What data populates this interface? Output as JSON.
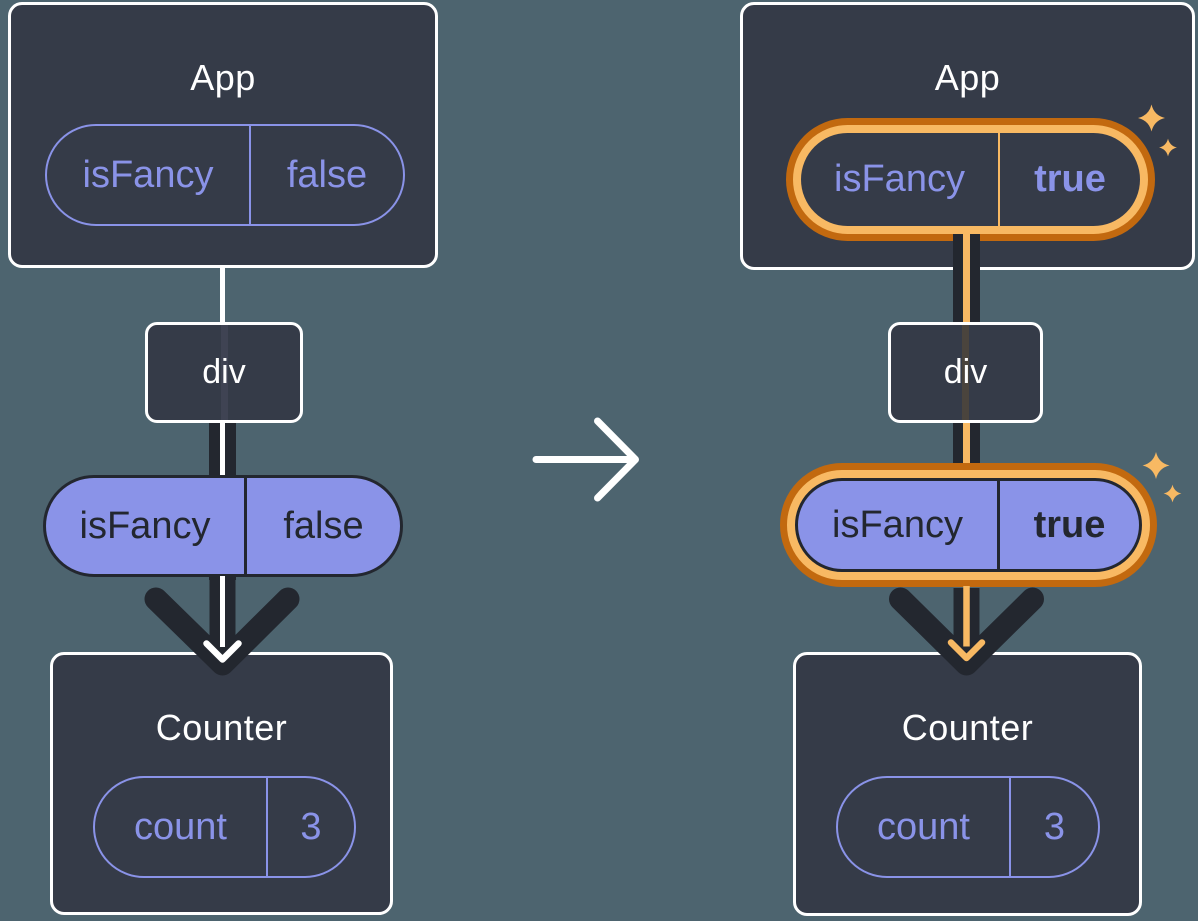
{
  "left_tree": {
    "root": {
      "title": "App",
      "state": {
        "key": "isFancy",
        "value": "false"
      }
    },
    "middle": {
      "title": "div"
    },
    "prop": {
      "key": "isFancy",
      "value": "false"
    },
    "leaf": {
      "title": "Counter",
      "state": {
        "key": "count",
        "value": "3"
      }
    }
  },
  "right_tree": {
    "root": {
      "title": "App",
      "state": {
        "key": "isFancy",
        "value": "true"
      }
    },
    "middle": {
      "title": "div"
    },
    "prop": {
      "key": "isFancy",
      "value": "true"
    },
    "leaf": {
      "title": "Counter",
      "state": {
        "key": "count",
        "value": "3"
      }
    }
  },
  "icons": {
    "transition_arrow": "right-arrow",
    "flow_arrow": "down-arrow",
    "sparkles": "four-point-sparkles"
  },
  "colors": {
    "background": "#4D646F",
    "card": "#353B48",
    "card_border": "#FFFFFF",
    "purple": "#8A93E8",
    "dark_line": "#23272F",
    "white_line": "#FFFFFF",
    "orange_light": "#F8B963",
    "orange_dark": "#C2690F"
  }
}
